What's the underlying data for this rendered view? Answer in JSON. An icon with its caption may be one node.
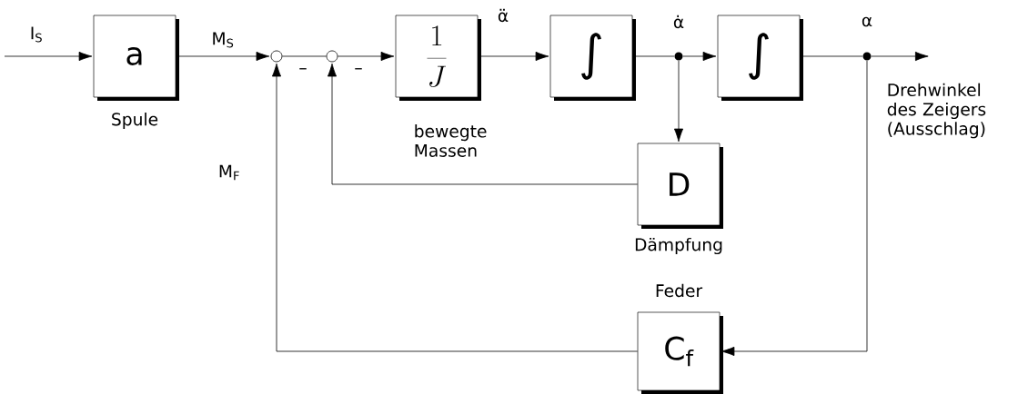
{
  "diagram": {
    "nodes": [
      {
        "text": [
          "a"
        ],
        "beside": [
          "Spule"
        ]
      },
      {
        "text": [],
        "shape": "circle"
      },
      {
        "text": [],
        "shape": "circle"
      },
      {
        "text": [
          "\\frac{1}{J}"
        ],
        "beside": [
          "bewegte Massen"
        ]
      },
      {
        "text": [
          "∫"
        ]
      },
      {
        "text": [],
        "shape": "circle",
        "beside": [
          "α̇"
        ]
      },
      {
        "text": [
          "∫"
        ]
      },
      {
        "text": [],
        "shape": "circle",
        "beside": [
          "α"
        ]
      },
      {
        "text": [
          "D"
        ],
        "beside": [
          "Dämpfung"
        ]
      },
      {
        "text": [
          "C$_{f}$"
        ],
        "beside": [
          "Feder"
        ]
      }
    ],
    "edges": [
      {
        "from": null,
        "to": 0,
        "arrow": "to",
        "label": "I$_{S}$"
      },
      {
        "from": 0,
        "to": 1,
        "arrow": "to",
        "label": "M$_{S}$"
      },
      {
        "from": 1,
        "to": 2,
        "arrow": "none",
        "label": "–"
      },
      {
        "from": 2,
        "to": 3,
        "arrow": "to",
        "label": "–"
      },
      {
        "from": 3,
        "to": 4,
        "arrow": "to",
        "label": "α̈"
      },
      {
        "from": 4,
        "to": 5,
        "arrow": "none"
      },
      {
        "from": 5,
        "to": 6,
        "arrow": "to"
      },
      {
        "from": 5,
        "to": 8,
        "arrow": "to"
      },
      {
        "from": 6,
        "to": 7,
        "arrow": "none"
      },
      {
        "from": 7,
        "to": null,
        "arrow": "to",
        "label": "Drehwinkel des Zeigers (Ausschlag)"
      },
      {
        "from": 7,
        "to": 9,
        "arrow": "to"
      },
      {
        "from": 8,
        "to": 2,
        "arrow": "to"
      },
      {
        "from": 9,
        "to": 1,
        "arrow": "to",
        "label": "M$_{F}$"
      }
    ]
  }
}
